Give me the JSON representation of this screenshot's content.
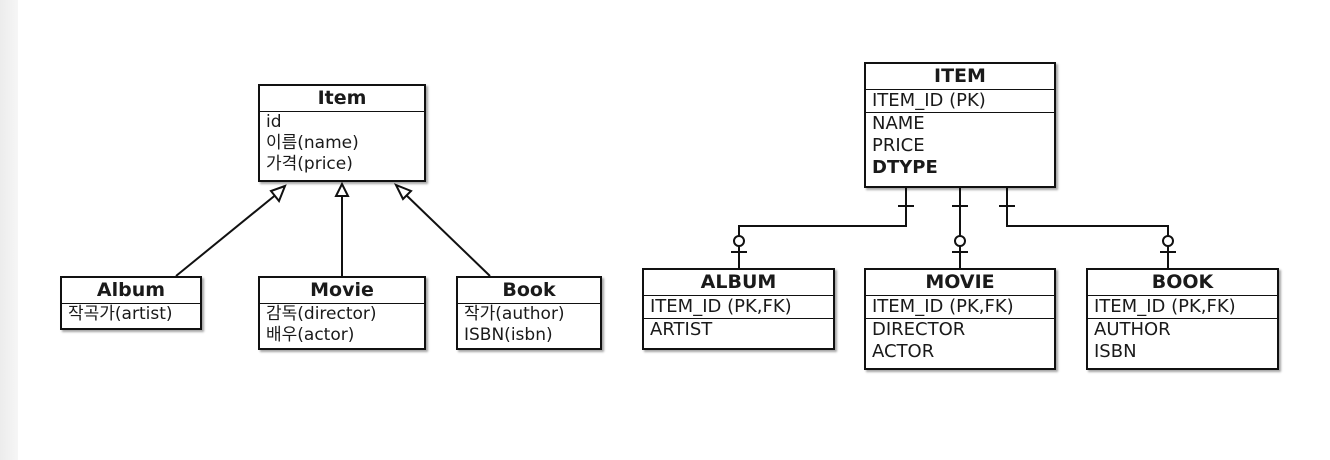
{
  "uml": {
    "item": {
      "title": "Item",
      "fields": [
        "id",
        "이름(name)",
        "가격(price)"
      ]
    },
    "album": {
      "title": "Album",
      "fields": [
        "작곡가(artist)"
      ]
    },
    "movie": {
      "title": "Movie",
      "fields": [
        "감독(director)",
        "배우(actor)"
      ]
    },
    "book": {
      "title": "Book",
      "fields": [
        "작가(author)",
        "ISBN(isbn)"
      ]
    }
  },
  "erd": {
    "item": {
      "title": "ITEM",
      "pk": "ITEM_ID (PK)",
      "columns": [
        "NAME",
        "PRICE"
      ],
      "discriminator": "DTYPE"
    },
    "album": {
      "title": "ALBUM",
      "pk": "ITEM_ID (PK,FK)",
      "columns": [
        "ARTIST"
      ]
    },
    "movie": {
      "title": "MOVIE",
      "pk": "ITEM_ID (PK,FK)",
      "columns": [
        "DIRECTOR",
        "ACTOR"
      ]
    },
    "book": {
      "title": "BOOK",
      "pk": "ITEM_ID (PK,FK)",
      "columns": [
        "AUTHOR",
        "ISBN"
      ]
    }
  }
}
